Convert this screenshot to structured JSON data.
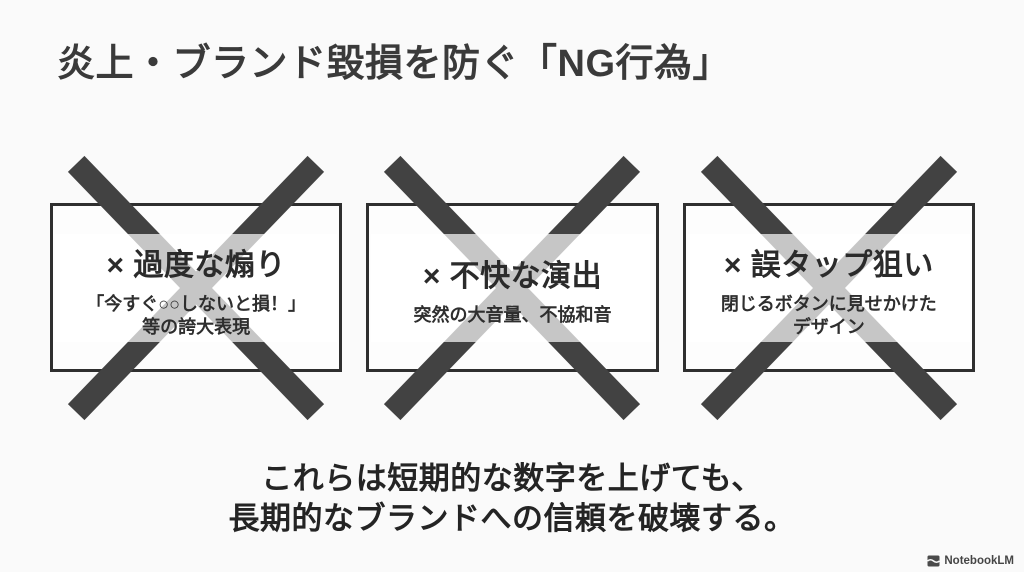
{
  "slide": {
    "title": "炎上・ブランド毀損を防ぐ「NG行為」",
    "cards": [
      {
        "title": "× 過度な煽り",
        "desc1": "「今すぐ○○しないと損！」",
        "desc2": "等の誇大表現"
      },
      {
        "title": "× 不快な演出",
        "desc1": "突然の大音量、不協和音"
      },
      {
        "title": "× 誤タップ狙い",
        "desc1": "閉じるボタンに見せかけた",
        "desc2": "デザイン"
      }
    ],
    "conclusion": {
      "line1": "これらは短期的な数字を上げても、",
      "line2": "長期的なブランドへの信頼を破壊する。"
    },
    "watermark": {
      "label": "NotebookLM"
    }
  },
  "colors": {
    "background": "#fafafa",
    "card_border": "#2f2f2f",
    "cross_mark": "#424242",
    "title_text": "#3a3a3a",
    "body_text": "#242424",
    "band_overlay": "rgba(255,255,255,0.7)"
  }
}
